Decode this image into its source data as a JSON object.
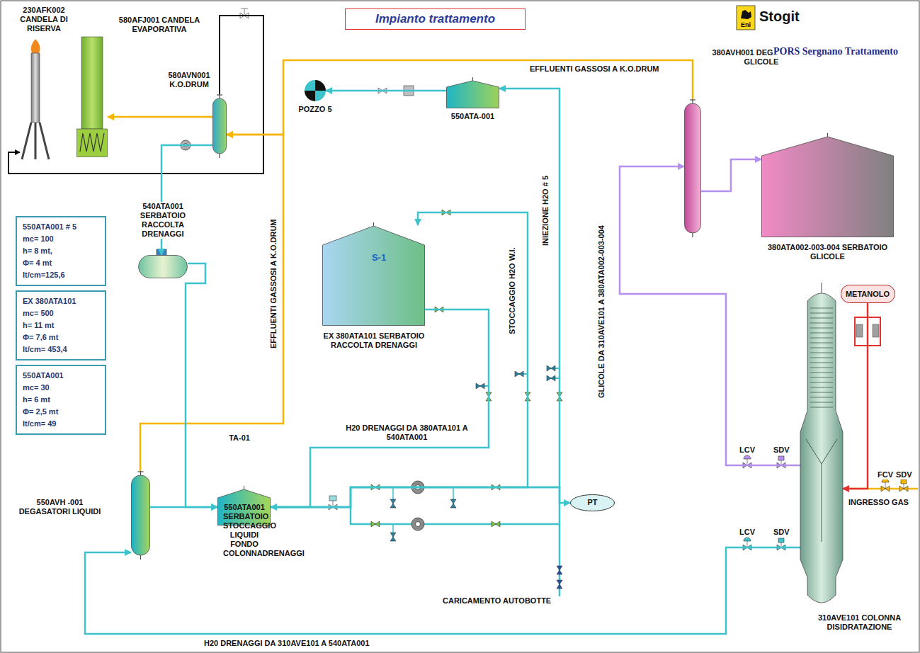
{
  "diagram": {
    "title": "Impianto trattamento",
    "nodes": [
      {
        "text": [
          "230AFK002 CANDELA DI RISERVA"
        ]
      },
      {
        "text": [
          "580AFJ001 CANDELA EVAPORATIVA"
        ]
      },
      {
        "text": [
          "580AVN001 K.O.DRUM"
        ]
      },
      {
        "text": [
          "POZZO 5"
        ]
      },
      {
        "text": [
          "550ATA-001"
        ]
      },
      {
        "text": [
          "380AVH001 DEGASATORE GLICOLE"
        ]
      },
      {
        "text": [
          "380ATA002-003-004 SERBATOIO GLICOLE"
        ]
      },
      {
        "text": [
          "550ATA001 # 5",
          "mc= 100",
          "h= 8 mt,",
          "Φ= 4 mt",
          "lt/cm=125,6"
        ]
      },
      {
        "text": [
          "EX 380ATA101",
          "mc= 500",
          "h= 11 mt",
          "Φ= 7,6 mt",
          "lt/cm= 453,4"
        ]
      },
      {
        "text": [
          "550ATA001",
          "mc= 30",
          "h= 6 mt",
          "Φ= 2,5 mt",
          "lt/cm= 49"
        ]
      },
      {
        "text": [
          "540ATA001 SERBATOIO RACCOLTA DRENAGGI"
        ]
      },
      {
        "text": [
          "S-1",
          "EX 380ATA101 SERBATOIO RACCOLTA DRENAGGI"
        ]
      },
      {
        "text": [
          "METANOLO"
        ]
      },
      {
        "text": [
          "310AVE101 COLONNA DISIDRATAZIONE"
        ]
      },
      {
        "text": [
          "550AVH -001 DEGASATORI LIQUIDI"
        ]
      },
      {
        "text": [
          "550ATA001 SERBATOIO STOCCAGGIO LIQUIDI FONDO COLONNADRENAGGI",
          "TA-01"
        ]
      },
      {
        "text": [
          "PT"
        ]
      }
    ],
    "edges": [
      {
        "from": 2,
        "to": 1,
        "arrow": "to"
      },
      {
        "from": 2,
        "to": 0,
        "arrow": "to"
      },
      {
        "from": 14,
        "to": 2,
        "arrow": "to"
      },
      {
        "from": 5,
        "to": 2,
        "arrow": "to"
      },
      {
        "from": 2,
        "to": 10,
        "arrow": "to"
      },
      {
        "from": 10,
        "to": 15,
        "arrow": "to"
      },
      {
        "from": 14,
        "to": 15,
        "arrow": "to"
      },
      {
        "from": 13,
        "to": 14,
        "arrow": "to"
      },
      {
        "from": 11,
        "to": 15,
        "arrow": "to"
      },
      {
        "from": 15,
        "to": 4,
        "arrow": "to"
      },
      {
        "from": 15,
        "to": 11,
        "arrow": "to"
      },
      {
        "from": 15,
        "to": 16,
        "arrow": "to"
      },
      {
        "from": 4,
        "to": 3,
        "arrow": "to"
      },
      {
        "from": 13,
        "to": 5,
        "arrow": "to"
      },
      {
        "from": 5,
        "to": 6,
        "arrow": "to"
      },
      {
        "from": 12,
        "to": 13,
        "arrow": "to"
      }
    ],
    "labels": [
      "Eni",
      "Stogit",
      "PORS Sergnano Trattamento",
      "EFFLUENTI GASSOSI A K.O.DRUM",
      "EFFLUENTI GASSOSI A K.O.DRUM",
      "STOCCAGGIO H2O W.I.",
      "INIEZIONE H2O # 5",
      "GLICOLE DA 310AVE101 A 380ATA002-003-004",
      "H20 DRENAGGI DA 380ATA101 A 540ATA001",
      "LCV",
      "SDV",
      "FCV",
      "SDV",
      "INGRESSO GAS",
      "LCV",
      "SDV",
      "CARICAMENTO AUTOBOTTE",
      "H20 DRENAGGI DA 310AVE101 A 540ATA001"
    ]
  }
}
